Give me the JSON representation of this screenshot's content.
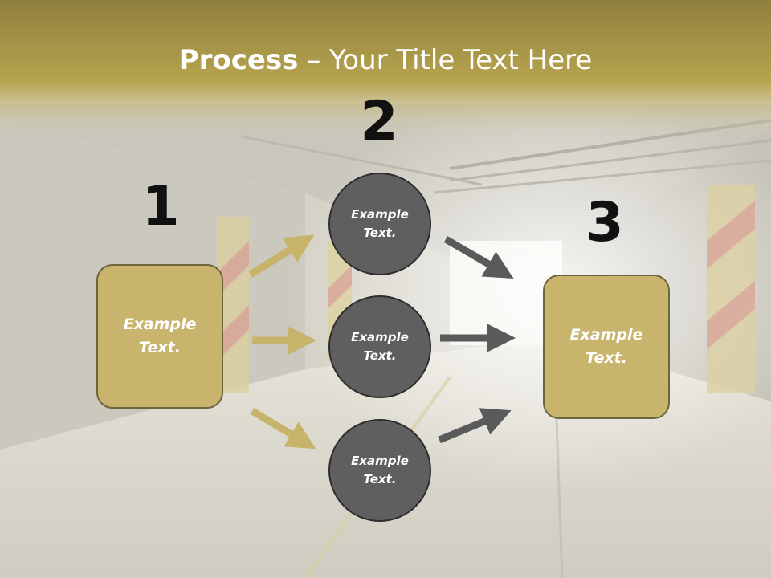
{
  "title": {
    "bold": "Process",
    "rest": " – Your Title Text Here"
  },
  "numbers": {
    "one": "1",
    "two": "2",
    "three": "3"
  },
  "left_box": {
    "text": "Example Text."
  },
  "right_box": {
    "text": "Example Text."
  },
  "circles": [
    {
      "text": "Example Text."
    },
    {
      "text": "Example Text."
    },
    {
      "text": "Example Text."
    }
  ],
  "colors": {
    "title_band": "#a39143",
    "box_fill": "#c9b46e",
    "box_border": "#6d6440",
    "circle_fill": "#5f5f5f",
    "gold_arrow": "#c8b36a",
    "gray_arrow": "#5a5a5a"
  }
}
